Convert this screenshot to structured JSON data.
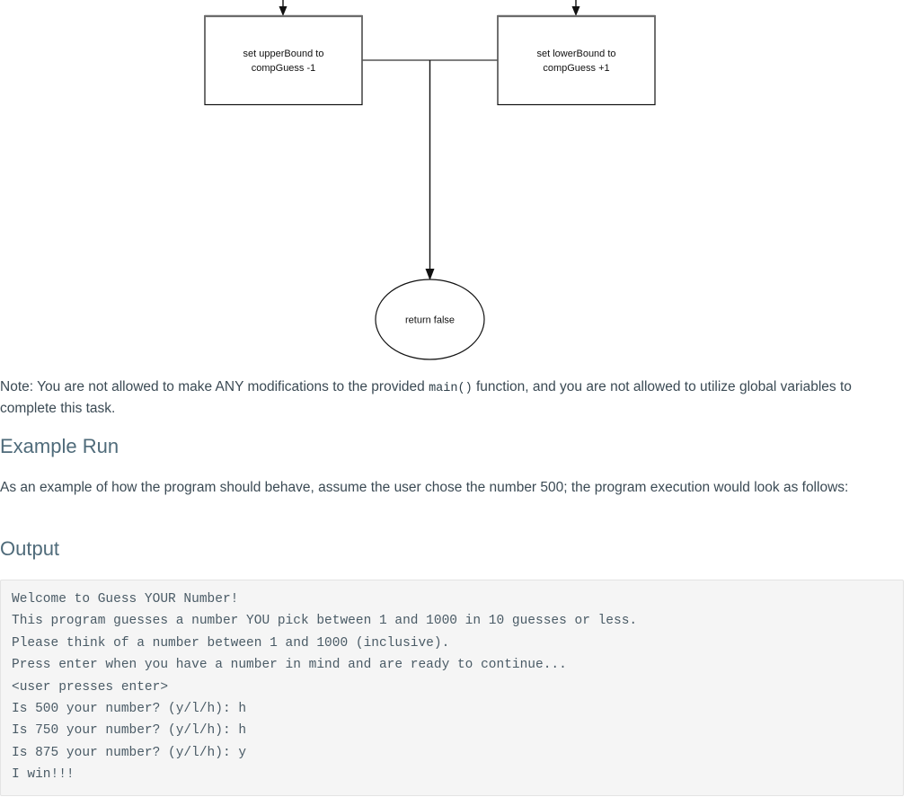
{
  "flowchart": {
    "nodes": [
      {
        "id": "set-upper-bound",
        "shape": "rectangle",
        "lines": [
          "set upperBound to",
          "compGuess -1"
        ]
      },
      {
        "id": "set-lower-bound",
        "shape": "rectangle",
        "lines": [
          "set lowerBound to",
          "compGuess +1"
        ]
      },
      {
        "id": "return-false",
        "shape": "ellipse",
        "lines": [
          "return false"
        ]
      }
    ],
    "colors": {
      "stroke": "#111111",
      "box_top_stroke": "#6b6b6b",
      "fill": "#ffffff",
      "text": "#111111"
    }
  },
  "document": {
    "note": {
      "prefix": "Note: You are not allowed to make ANY modifications to the provided ",
      "code": "main()",
      "suffix": " function, and you are not allowed to utilize global variables to complete this task."
    },
    "headings": {
      "example_run": "Example Run",
      "output": "Output"
    },
    "intro_paragraph": "As an example of how the program should behave, assume the user chose the number 500; the program execution would look as follows:",
    "output_lines": [
      "Welcome to Guess YOUR Number!",
      "This program guesses a number YOU pick between 1 and 1000 in 10 guesses or less.",
      "Please think of a number between 1 and 1000 (inclusive).",
      "Press enter when you have a number in mind and are ready to continue...",
      "<user presses enter>",
      "Is 500 your number? (y/l/h): h",
      "Is 750 your number? (y/l/h): h",
      "Is 875 your number? (y/l/h): y",
      "I win!!!"
    ],
    "colors": {
      "heading": "#4f6b7a",
      "body_text": "#3b4a54",
      "code_background": "#f5f5f5",
      "code_border": "#e3e3e3",
      "code_text": "#4a5b66"
    }
  }
}
